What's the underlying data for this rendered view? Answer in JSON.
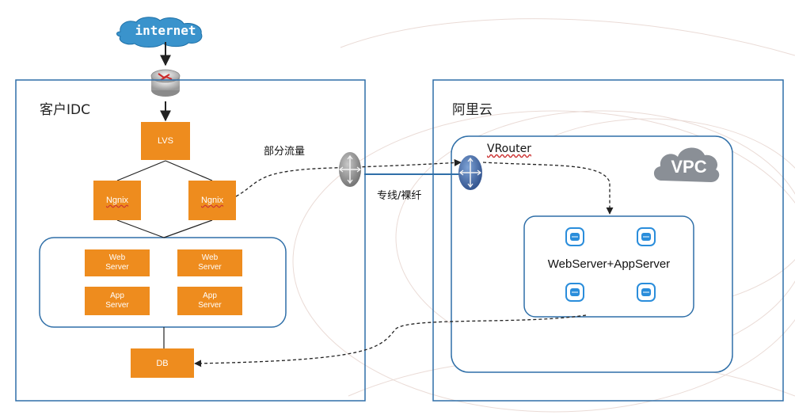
{
  "internet": {
    "label": "internet"
  },
  "idc": {
    "title": "客户IDC",
    "lvs": "LVS",
    "nginx_left": "Ngnix",
    "nginx_right": "Ngnix",
    "servers": [
      "Web\nServer",
      "Web\nServer",
      "App\nServer",
      "App\nServer"
    ],
    "db": "DB"
  },
  "links": {
    "partial_traffic": "部分流量",
    "dedicated_line": "专线/裸纤"
  },
  "aliyun": {
    "title": "阿里云",
    "vrouter": "VRouter",
    "vpc": "VPC",
    "server_group_label": "WebServer+AppServer"
  },
  "colors": {
    "box_orange": "#ee8c1e",
    "border_blue": "#2f6fa8",
    "vpc_gray": "#8a8f96",
    "server_icon_blue": "#2a8ddb"
  }
}
